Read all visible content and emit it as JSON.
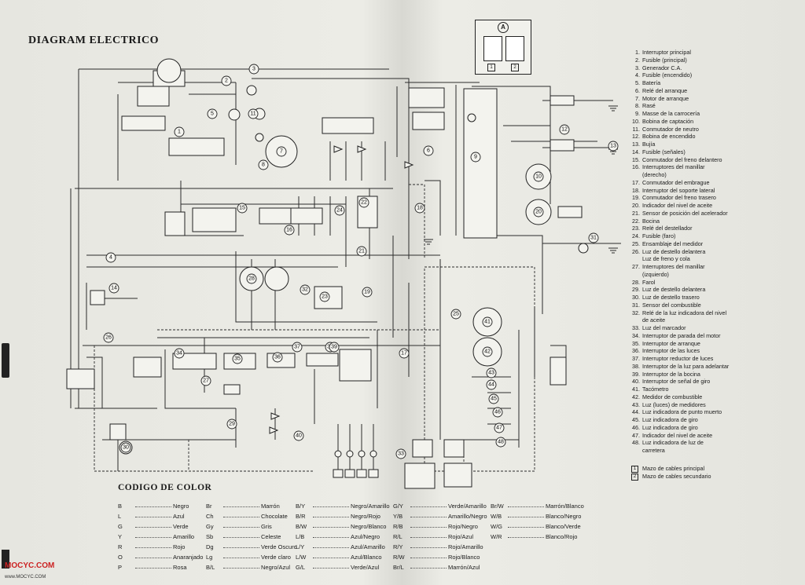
{
  "title": "DIAGRAM ELECTRICO",
  "callout_label": "A",
  "callout_cells": [
    "1",
    "2"
  ],
  "components": [
    {
      "n": "1.",
      "label": "Interruptor principal"
    },
    {
      "n": "2.",
      "label": "Fusible (principal)"
    },
    {
      "n": "3.",
      "label": "Generador C.A."
    },
    {
      "n": "4.",
      "label": "Fusible (encendido)"
    },
    {
      "n": "5.",
      "label": "Batería"
    },
    {
      "n": "6.",
      "label": "Relé del arranque"
    },
    {
      "n": "7.",
      "label": "Motor de arranque"
    },
    {
      "n": "8.",
      "label": "Rasé"
    },
    {
      "n": "9.",
      "label": "Masse de la carrocería"
    },
    {
      "n": "10.",
      "label": "Bobina de captación"
    },
    {
      "n": "11.",
      "label": "Conmutador de neutro"
    },
    {
      "n": "12.",
      "label": "Bobina de encendido"
    },
    {
      "n": "13.",
      "label": "Bujía"
    },
    {
      "n": "14.",
      "label": "Fusible (señales)"
    },
    {
      "n": "15.",
      "label": "Conmutador del freno delantero"
    },
    {
      "n": "16.",
      "label": "Interruptores del manillar"
    },
    {
      "n": "",
      "label": "(derecho)"
    },
    {
      "n": "17.",
      "label": "Conmutador del embrague"
    },
    {
      "n": "18.",
      "label": "Interruptor del soporte lateral"
    },
    {
      "n": "19.",
      "label": "Conmutador del freno trasero"
    },
    {
      "n": "20.",
      "label": "Indicador del nivel de aceite"
    },
    {
      "n": "21.",
      "label": "Sensor de posición del acelerador"
    },
    {
      "n": "22.",
      "label": "Bocina"
    },
    {
      "n": "23.",
      "label": "Relé del destellador"
    },
    {
      "n": "24.",
      "label": "Fusible (faro)"
    },
    {
      "n": "25.",
      "label": "Ensamblaje del medidor"
    },
    {
      "n": "26.",
      "label": "Luz de destello delantera"
    },
    {
      "n": "",
      "label": "Luz de freno y cola"
    },
    {
      "n": "27.",
      "label": "Interruptores del manillar"
    },
    {
      "n": "",
      "label": "(izquierdo)"
    },
    {
      "n": "28.",
      "label": "Farol"
    },
    {
      "n": "29.",
      "label": "Luz de destello delantera"
    },
    {
      "n": "30.",
      "label": "Luz de destello trasero"
    },
    {
      "n": "31.",
      "label": "Sensor del combustible"
    },
    {
      "n": "32.",
      "label": "Relé de la luz indicadora del nivel"
    },
    {
      "n": "",
      "label": "de aceite"
    },
    {
      "n": "33.",
      "label": "Luz del marcador"
    },
    {
      "n": "34.",
      "label": "Interruptor de parada del motor"
    },
    {
      "n": "35.",
      "label": "Interruptor de arranque"
    },
    {
      "n": "36.",
      "label": "Interruptor de las luces"
    },
    {
      "n": "37.",
      "label": "Interruptor reductor de luces"
    },
    {
      "n": "38.",
      "label": "Interruptor de la luz para adelantar"
    },
    {
      "n": "39.",
      "label": "Interruptor de la bocina"
    },
    {
      "n": "40.",
      "label": "Interruptor de señal de giro"
    },
    {
      "n": "41.",
      "label": "Tacómetro"
    },
    {
      "n": "42.",
      "label": "Medidor de combustible"
    },
    {
      "n": "43.",
      "label": "Luz (luces) de medidores"
    },
    {
      "n": "44.",
      "label": "Luz indicadora de punto muerto"
    },
    {
      "n": "45.",
      "label": "Luz indicadora de giro"
    },
    {
      "n": "46.",
      "label": "Luz indicadora de giro"
    },
    {
      "n": "47.",
      "label": "Indicador del nivel de aceite"
    },
    {
      "n": "48.",
      "label": "Luz indicadora de luz de"
    },
    {
      "n": "",
      "label": "carretera"
    }
  ],
  "harness": [
    {
      "box": "1",
      "label": "Mazo de cables principal"
    },
    {
      "box": "2",
      "label": "Mazo de cables secundario"
    }
  ],
  "legend_title": "CODIGO DE COLOR",
  "color_columns": [
    [
      {
        "code": "B",
        "name": "Negro"
      },
      {
        "code": "L",
        "name": "Azul"
      },
      {
        "code": "G",
        "name": "Verde"
      },
      {
        "code": "Y",
        "name": "Amarillo"
      },
      {
        "code": "R",
        "name": "Rojo"
      },
      {
        "code": "O",
        "name": "Anaranjado"
      },
      {
        "code": "P",
        "name": "Rosa"
      }
    ],
    [
      {
        "code": "Br",
        "name": "Marrón"
      },
      {
        "code": "Ch",
        "name": "Chocolate"
      },
      {
        "code": "Gy",
        "name": "Gris"
      },
      {
        "code": "Sb",
        "name": "Celeste"
      },
      {
        "code": "Dg",
        "name": "Verde Oscuro"
      },
      {
        "code": "Lg",
        "name": "Verde claro"
      },
      {
        "code": "B/L",
        "name": "Negro/Azul"
      }
    ],
    [
      {
        "code": "B/Y",
        "name": "Negro/Amarillo"
      },
      {
        "code": "B/R",
        "name": "Negro/Rojo"
      },
      {
        "code": "B/W",
        "name": "Negro/Blanco"
      },
      {
        "code": "L/B",
        "name": "Azul/Negro"
      },
      {
        "code": "L/Y",
        "name": "Azul/Amarillo"
      },
      {
        "code": "L/W",
        "name": "Azul/Blanco"
      },
      {
        "code": "G/L",
        "name": "Verde/Azul"
      }
    ],
    [
      {
        "code": "G/Y",
        "name": "Verde/Amarillo"
      },
      {
        "code": "Y/B",
        "name": "Amarillo/Negro"
      },
      {
        "code": "R/B",
        "name": "Rojo/Negro"
      },
      {
        "code": "R/L",
        "name": "Rojo/Azul"
      },
      {
        "code": "R/Y",
        "name": "Rojo/Amarillo"
      },
      {
        "code": "R/W",
        "name": "Rojo/Blanco"
      },
      {
        "code": "Br/L",
        "name": "Marrón/Azul"
      }
    ],
    [
      {
        "code": "Br/W",
        "name": "Marrón/Blanco"
      },
      {
        "code": "W/B",
        "name": "Blanco/Negro"
      },
      {
        "code": "W/G",
        "name": "Blanco/Verde"
      },
      {
        "code": "W/R",
        "name": "Blanco/Rojo"
      }
    ]
  ],
  "diagram_numbers": [
    "1",
    "2",
    "3",
    "4",
    "5",
    "6",
    "7",
    "8",
    "9",
    "10",
    "11",
    "12",
    "13",
    "14",
    "15",
    "16",
    "17",
    "18",
    "19",
    "20",
    "21",
    "22",
    "23",
    "24",
    "25",
    "26",
    "27",
    "28",
    "29",
    "30",
    "31",
    "32",
    "33",
    "34",
    "35",
    "36",
    "37",
    "38",
    "39",
    "40",
    "41",
    "42",
    "43",
    "44",
    "45",
    "46",
    "47",
    "48"
  ],
  "watermark": "MOCYC.COM",
  "watermark_url": "www.MOCYC.COM"
}
